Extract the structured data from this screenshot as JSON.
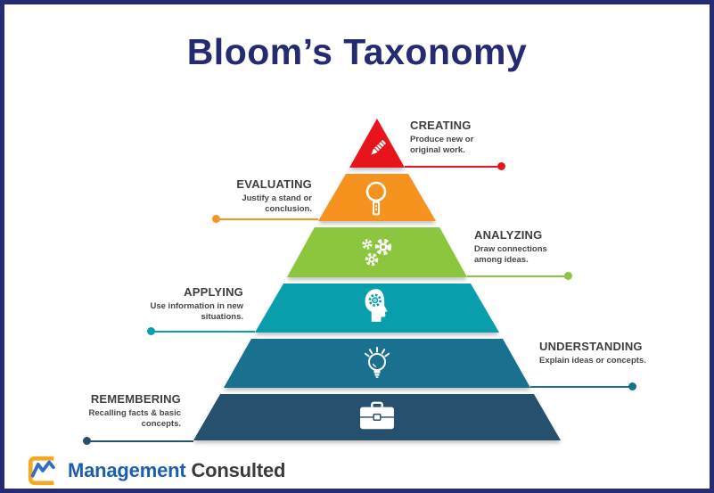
{
  "title": "Bloom’s Taxonomy",
  "levels": [
    {
      "name": "CREATING",
      "description": "Produce new or original work.",
      "color": "#E8141C",
      "icon": "pencil-icon",
      "label_side": "right"
    },
    {
      "name": "EVALUATING",
      "description": "Justify a stand or conclusion.",
      "color": "#F6921E",
      "icon": "magnifier-icon",
      "label_side": "left"
    },
    {
      "name": "ANALYZING",
      "description": "Draw connections among ideas.",
      "color": "#8CC63F",
      "icon": "gears-icon",
      "label_side": "right"
    },
    {
      "name": "APPLYING",
      "description": "Use information in new situations.",
      "color": "#089EAC",
      "icon": "head-gear-icon",
      "label_side": "left"
    },
    {
      "name": "UNDERSTANDING",
      "description": "Explain ideas or concepts.",
      "color": "#19708F",
      "icon": "lightbulb-icon",
      "label_side": "right"
    },
    {
      "name": "REMEMBERING",
      "description": "Recalling facts & basic concepts.",
      "color": "#274F6E",
      "icon": "briefcase-icon",
      "label_side": "left"
    }
  ],
  "logo": {
    "word1": "Management",
    "word2": "Consulted"
  },
  "colors": {
    "frame": "#262C71",
    "title": "#252B70",
    "label_text": "#3F3F3F",
    "logo_blue": "#1C5FAE",
    "logo_dark": "#3B3B3B",
    "logo_orange": "#F7A823"
  }
}
